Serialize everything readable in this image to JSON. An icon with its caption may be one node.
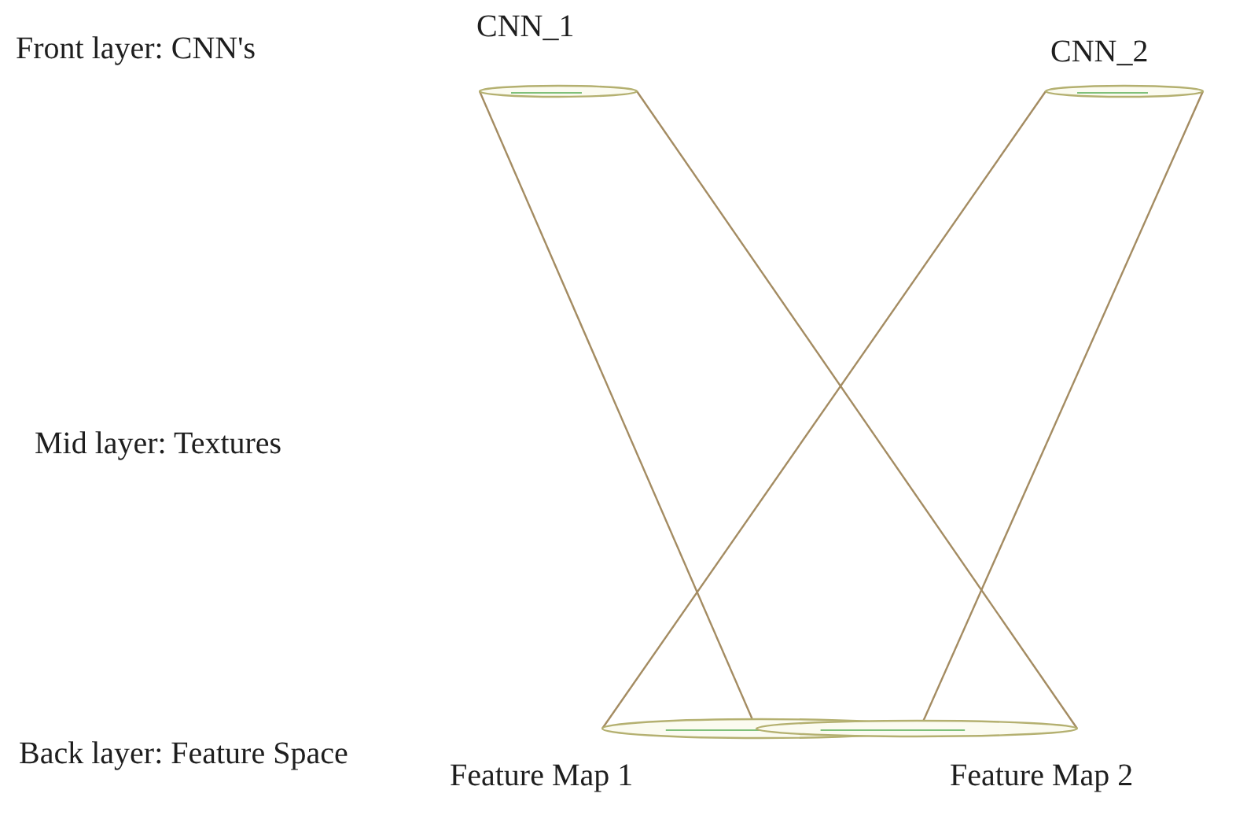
{
  "diagram": {
    "nodes": [
      {
        "text": [
          "CNN_1"
        ]
      },
      {
        "text": [
          "CNN_2"
        ]
      },
      {
        "text": [
          "Feature Map 1"
        ]
      },
      {
        "text": [
          "Feature Map 2"
        ]
      }
    ],
    "edges": [
      {
        "from": 0,
        "to": 3,
        "arrow": "none"
      },
      {
        "from": 0,
        "to": 3,
        "arrow": "none"
      },
      {
        "from": 1,
        "to": 2,
        "arrow": "none"
      },
      {
        "from": 1,
        "to": 2,
        "arrow": "none"
      }
    ],
    "labels": [
      "Front layer: CNN's",
      "Mid layer: Textures",
      "Back layer: Feature Space"
    ]
  }
}
